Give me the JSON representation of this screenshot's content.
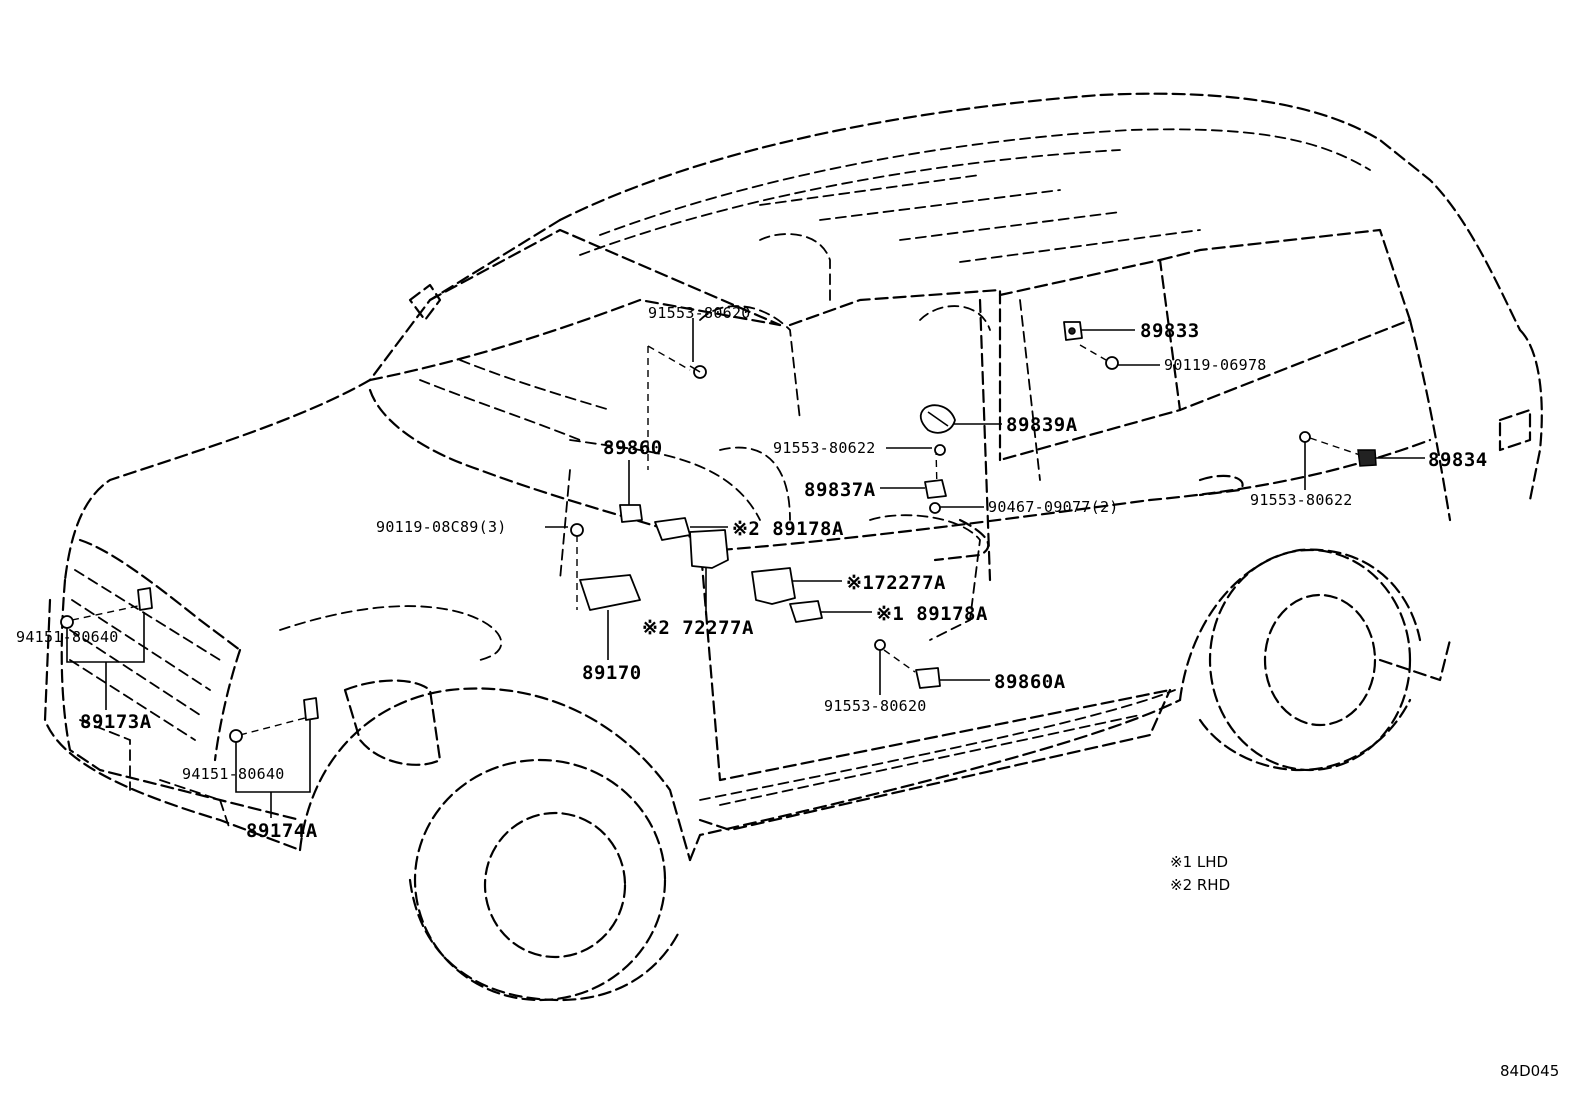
{
  "diagram": {
    "labels": {
      "p91553_80620_top": "91553-80620",
      "p89833": "89833",
      "p90119_06978": "90119-06978",
      "p89839A": "89839A",
      "p91553_80622_mid": "91553-80622",
      "p89860": "89860",
      "p89834": "89834",
      "p89837A": "89837A",
      "p90467_09077": "90467-09077(2)",
      "p91553_80622_right": "91553-80622",
      "p90119_08C89": "90119-08C89(3)",
      "p89178A_rhd": "※2 89178A",
      "p72277A_lhd": "※172277A",
      "p89178A_lhd": "※1 89178A",
      "p72277A_rhd": "※2 72277A",
      "p94151_80640_left": "94151-80640",
      "p89170": "89170",
      "p89860A": "89860A",
      "p91553_80620_bottom": "91553-80620",
      "p89173A": "89173A",
      "p94151_80640_front": "94151-80640",
      "p89174A": "89174A"
    },
    "legend": [
      "※1  LHD",
      "※2  RHD"
    ],
    "diagram_code": "84D045"
  }
}
